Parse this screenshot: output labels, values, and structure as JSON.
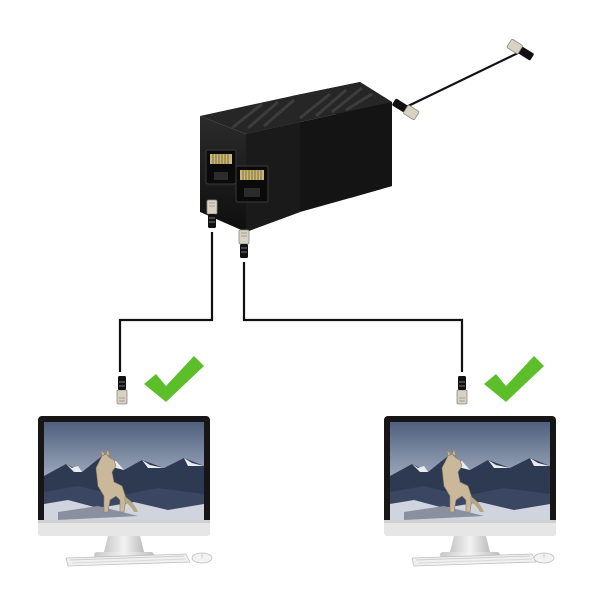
{
  "scene": {
    "background": "#ffffff",
    "colors": {
      "adapter_body": "#1b1b1b",
      "adapter_shade": "#2a2a2a",
      "cable": "#111111",
      "plug_metal": "#d8d2c4",
      "check_green": "#5cbf2a",
      "monitor_bezel": "#161616",
      "monitor_stand": "#d9d9d9",
      "sky_top": "#5c6c86",
      "sky_bottom": "#a9b2c2",
      "mountains": "#2e3a52",
      "snow": "#e9ecf1",
      "wolf": "#c9b89a"
    },
    "icons": [
      "rj45-splitter-adapter",
      "ethernet-cable",
      "checkmark-icon",
      "desktop-computer",
      "keyboard",
      "mouse"
    ],
    "computers": [
      {
        "side": "left",
        "status": "connected"
      },
      {
        "side": "right",
        "status": "connected"
      }
    ]
  }
}
